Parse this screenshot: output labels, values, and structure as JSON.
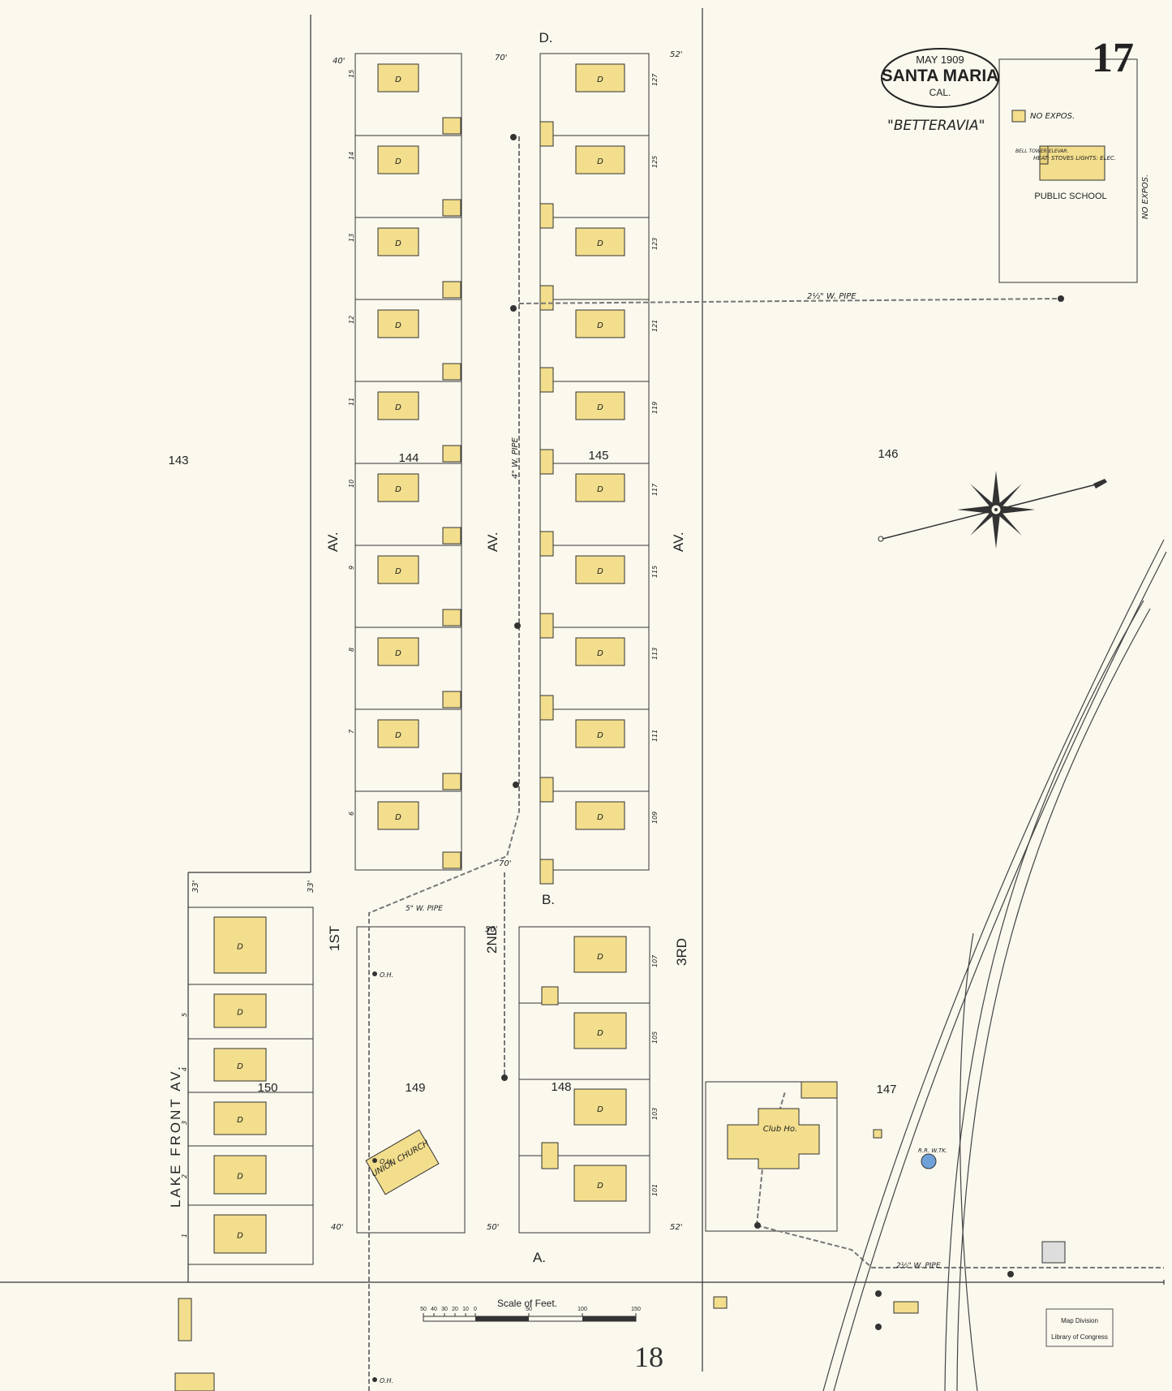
{
  "header": {
    "date": "MAY 1909",
    "city": "SANTA MARIA",
    "state": "CAL.",
    "sheet_number": "17",
    "section": "\"BETTERAVIA\""
  },
  "streets": {
    "avenue_suffix": "AV.",
    "d": "D.",
    "b": "B.",
    "a": "A.",
    "first": "1ST",
    "second": "2ND",
    "third": "3RD",
    "lake_front": "LAKE FRONT AV."
  },
  "blocks": [
    "143",
    "144",
    "145",
    "146",
    "147",
    "148",
    "149",
    "150"
  ],
  "adjacent_sheet": "18",
  "labels": {
    "public_school": "PUBLIC SCHOOL",
    "school_note": "HEAT: STOVES LIGHTS: ELEC.",
    "bell_tower": "BELL TOWER ELEVAR.",
    "no_expos": "NO EXPOS.",
    "pipe_2half": "2½\" W. PIPE",
    "pipe_4": "4\" W. PIPE",
    "pipe_5": "5\" W. PIPE",
    "club": "Club Ho.",
    "church": "UNION CHURCH",
    "rr_tank": "R.R. W.TK.",
    "dwelling": "D",
    "outhouse": "O.H.",
    "scale_title": "Scale of Feet.",
    "library_stamp_1": "Map Division",
    "library_stamp_2": "Library of Congress",
    "dim_70": "70'",
    "dim_52": "52'",
    "dim_50": "50'",
    "dim_40": "40'",
    "dim_33": "33'"
  },
  "scale": {
    "ticks": [
      "50",
      "40",
      "30",
      "20",
      "10",
      "0",
      "50",
      "100",
      "150"
    ],
    "unit": "Feet"
  },
  "lot_numbers": {
    "block_144": [
      "15",
      "14",
      "13",
      "12",
      "11",
      "10",
      "9",
      "8",
      "7",
      "6"
    ],
    "block_145": [
      "127",
      "125",
      "123",
      "121",
      "119",
      "117",
      "115",
      "113",
      "111",
      "109"
    ],
    "block_148": [
      "107",
      "105",
      "103",
      "101"
    ],
    "block_150": [
      "5",
      "4",
      "3",
      "2",
      "1"
    ]
  },
  "colors": {
    "frame_building": "#f2de8c",
    "paper": "#fbf8ee",
    "water_tank": "#6fa0d8"
  }
}
